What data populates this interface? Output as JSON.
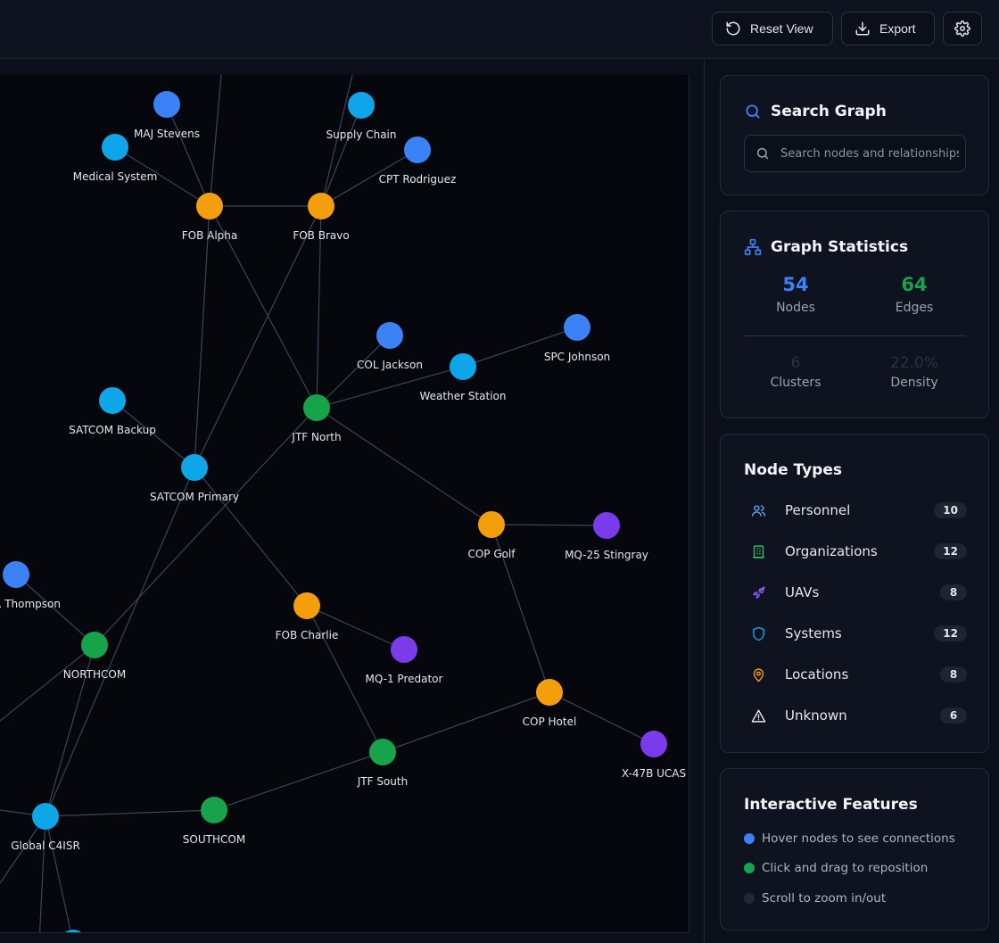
{
  "toolbar": {
    "reset_label": "Reset View",
    "export_label": "Export"
  },
  "search": {
    "title": "Search Graph",
    "placeholder": "Search nodes and relationships"
  },
  "stats": {
    "title": "Graph Statistics",
    "nodes_value": "54",
    "nodes_label": "Nodes",
    "edges_value": "64",
    "edges_label": "Edges",
    "clusters_value": "6",
    "clusters_label": "Clusters",
    "density_value": "22.0%",
    "density_label": "Density",
    "colors": {
      "nodes": "#3b82f6",
      "edges": "#16a34a"
    }
  },
  "node_types": {
    "title": "Node Types",
    "items": [
      {
        "label": "Personnel",
        "count": "10",
        "icon": "users-icon",
        "color": "#60a5fa"
      },
      {
        "label": "Organizations",
        "count": "12",
        "icon": "building-icon",
        "color": "#22c55e"
      },
      {
        "label": "UAVs",
        "count": "8",
        "icon": "plane-icon",
        "color": "#8b5cf6"
      },
      {
        "label": "Systems",
        "count": "12",
        "icon": "shield-icon",
        "color": "#0ea5e9"
      },
      {
        "label": "Locations",
        "count": "8",
        "icon": "map-pin-icon",
        "color": "#f59e0b"
      },
      {
        "label": "Unknown",
        "count": "6",
        "icon": "warning-icon",
        "color": "#e5e7eb"
      }
    ]
  },
  "features": {
    "title": "Interactive Features",
    "items": [
      {
        "label": "Hover nodes to see connections",
        "color": "#3b82f6"
      },
      {
        "label": "Click and drag to reposition",
        "color": "#16a34a"
      },
      {
        "label": "Scroll to zoom in/out",
        "color": "#1f2937"
      }
    ]
  },
  "graph": {
    "colors": {
      "personnel": "#3b82f6",
      "system": "#0ea5e9",
      "location": "#f59e0b",
      "organization": "#16a34a",
      "uav": "#7c3aed"
    },
    "nodes": [
      {
        "id": "maj",
        "label": "MAJ Stevens",
        "type": "personnel"
      },
      {
        "id": "supply",
        "label": "Supply Chain",
        "type": "system"
      },
      {
        "id": "medical",
        "label": "Medical System",
        "type": "system"
      },
      {
        "id": "cpt",
        "label": "CPT Rodriguez",
        "type": "personnel"
      },
      {
        "id": "foba",
        "label": "FOB Alpha",
        "type": "location"
      },
      {
        "id": "fobb",
        "label": "FOB Bravo",
        "type": "location"
      },
      {
        "id": "spc",
        "label": "SPC Johnson",
        "type": "personnel"
      },
      {
        "id": "col",
        "label": "COL Jackson",
        "type": "personnel"
      },
      {
        "id": "weather",
        "label": "Weather Station",
        "type": "system"
      },
      {
        "id": "satb",
        "label": "SATCOM Backup",
        "type": "system"
      },
      {
        "id": "jtfn",
        "label": "JTF North",
        "type": "organization"
      },
      {
        "id": "satp",
        "label": "SATCOM Primary",
        "type": "system"
      },
      {
        "id": "copg",
        "label": "COP Golf",
        "type": "location"
      },
      {
        "id": "mq25",
        "label": "MQ-25 Stingray",
        "type": "uav"
      },
      {
        "id": "thompson",
        "label": "R Thompson",
        "type": "personnel"
      },
      {
        "id": "fobc",
        "label": "FOB Charlie",
        "type": "location"
      },
      {
        "id": "northcom",
        "label": "NORTHCOM",
        "type": "organization"
      },
      {
        "id": "mq1",
        "label": "MQ-1 Predator",
        "type": "uav"
      },
      {
        "id": "coph",
        "label": "COP Hotel",
        "type": "location"
      },
      {
        "id": "x47",
        "label": "X-47B UCAS",
        "type": "uav"
      },
      {
        "id": "jtfs",
        "label": "JTF South",
        "type": "organization"
      },
      {
        "id": "southcom",
        "label": "SOUTHCOM",
        "type": "organization"
      },
      {
        "id": "global",
        "label": "Global C4ISR",
        "type": "system"
      },
      {
        "id": "bottom",
        "label": "",
        "type": "system"
      }
    ],
    "edges": [
      [
        "maj",
        "foba"
      ],
      [
        "medical",
        "foba"
      ],
      [
        "foba",
        "fobb"
      ],
      [
        "supply",
        "fobb"
      ],
      [
        "cpt",
        "fobb"
      ],
      [
        "foba",
        "jtfn"
      ],
      [
        "fobb",
        "jtfn"
      ],
      [
        "fobb",
        "satp"
      ],
      [
        "foba",
        "satp"
      ],
      [
        "col",
        "jtfn"
      ],
      [
        "weather",
        "jtfn"
      ],
      [
        "spc",
        "weather"
      ],
      [
        "satb",
        "satp"
      ],
      [
        "jtfn",
        "copg"
      ],
      [
        "jtfn",
        "northcom"
      ],
      [
        "satp",
        "fobc"
      ],
      [
        "satp",
        "global"
      ],
      [
        "copg",
        "mq25"
      ],
      [
        "copg",
        "coph"
      ],
      [
        "fobc",
        "mq1"
      ],
      [
        "fobc",
        "jtfs"
      ],
      [
        "coph",
        "x47"
      ],
      [
        "coph",
        "jtfs"
      ],
      [
        "jtfs",
        "southcom"
      ],
      [
        "southcom",
        "global"
      ],
      [
        "thompson",
        "northcom"
      ],
      [
        "northcom",
        "global"
      ],
      [
        "global",
        "bottom"
      ]
    ]
  }
}
